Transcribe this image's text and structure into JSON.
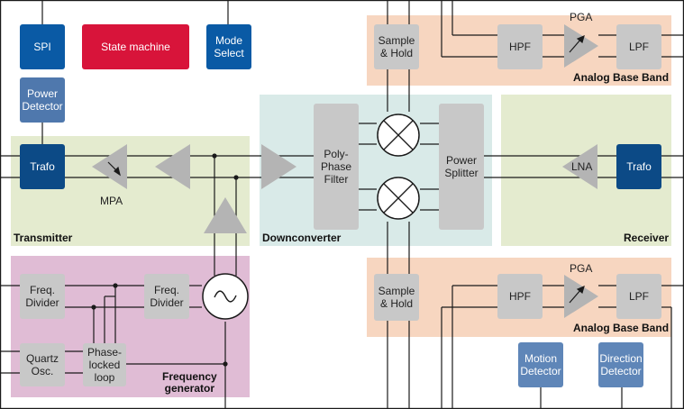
{
  "regions": {
    "transmitter": "Transmitter",
    "downconverter": "Downconverter",
    "receiver": "Receiver",
    "abb_top": "Analog Base Band",
    "abb_bottom": "Analog Base Band",
    "freq_gen": "Frequency\ngenerator"
  },
  "blocks": {
    "spi": "SPI",
    "state_machine": "State machine",
    "mode_select": "Mode\nSelect",
    "power_detector": "Power\nDetector",
    "trafo_tx": "Trafo",
    "trafo_rx": "Trafo",
    "freq_divider_1": "Freq.\nDivider",
    "freq_divider_2": "Freq.\nDivider",
    "quartz": "Quartz\nOsc.",
    "pll": "Phase-\nlocked\nloop",
    "polyphase": "Poly-\nPhase\nFilter",
    "power_splitter": "Power\nSplitter",
    "sh_top": "Sample\n& Hold",
    "sh_bottom": "Sample\n& Hold",
    "hpf_top": "HPF",
    "hpf_bottom": "HPF",
    "lpf_top": "LPF",
    "lpf_bottom": "LPF",
    "motion_detector": "Motion\nDetector",
    "direction_detector": "Direction\nDetector"
  },
  "labels": {
    "mpa": "MPA",
    "lna": "LNA",
    "pga_top": "PGA",
    "pga_bottom": "PGA"
  },
  "colors": {
    "transmitter_bg": "#e4ebcf",
    "downconverter_bg": "#d9eae8",
    "receiver_bg": "#e4ebcf",
    "abb_bg": "#f7d6c0",
    "freq_gen_bg": "#e0bcd5",
    "block_gray": "#c8c8c8",
    "amp_gray": "#b4b4b4",
    "accent_red": "#d8143a",
    "accent_blue": "#0a5aa5"
  }
}
